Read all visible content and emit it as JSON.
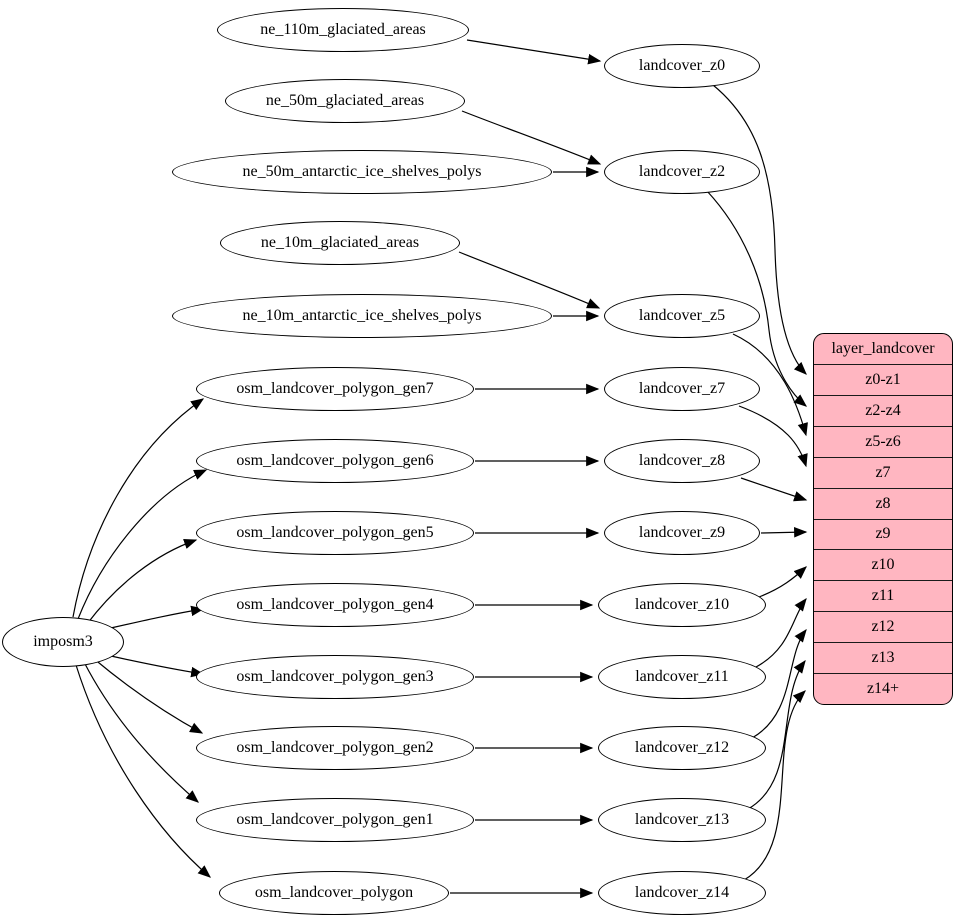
{
  "graph": {
    "importer": {
      "label": "imposm3"
    },
    "sources": [
      {
        "label": "ne_110m_glaciated_areas"
      },
      {
        "label": "ne_50m_glaciated_areas"
      },
      {
        "label": "ne_50m_antarctic_ice_shelves_polys"
      },
      {
        "label": "ne_10m_glaciated_areas"
      },
      {
        "label": "ne_10m_antarctic_ice_shelves_polys"
      },
      {
        "label": "osm_landcover_polygon_gen7"
      },
      {
        "label": "osm_landcover_polygon_gen6"
      },
      {
        "label": "osm_landcover_polygon_gen5"
      },
      {
        "label": "osm_landcover_polygon_gen4"
      },
      {
        "label": "osm_landcover_polygon_gen3"
      },
      {
        "label": "osm_landcover_polygon_gen2"
      },
      {
        "label": "osm_landcover_polygon_gen1"
      },
      {
        "label": "osm_landcover_polygon"
      }
    ],
    "intermediate": [
      {
        "label": "landcover_z0"
      },
      {
        "label": "landcover_z2"
      },
      {
        "label": "landcover_z5"
      },
      {
        "label": "landcover_z7"
      },
      {
        "label": "landcover_z8"
      },
      {
        "label": "landcover_z9"
      },
      {
        "label": "landcover_z10"
      },
      {
        "label": "landcover_z11"
      },
      {
        "label": "landcover_z12"
      },
      {
        "label": "landcover_z13"
      },
      {
        "label": "landcover_z14"
      }
    ],
    "layer_table": {
      "header": "layer_landcover",
      "rows": [
        "z0-z1",
        "z2-z4",
        "z5-z6",
        "z7",
        "z8",
        "z9",
        "z10",
        "z11",
        "z12",
        "z13",
        "z14+"
      ]
    },
    "edges": [
      {
        "from": "imposm3",
        "to": "osm_landcover_polygon_gen7"
      },
      {
        "from": "imposm3",
        "to": "osm_landcover_polygon_gen6"
      },
      {
        "from": "imposm3",
        "to": "osm_landcover_polygon_gen5"
      },
      {
        "from": "imposm3",
        "to": "osm_landcover_polygon_gen4"
      },
      {
        "from": "imposm3",
        "to": "osm_landcover_polygon_gen3"
      },
      {
        "from": "imposm3",
        "to": "osm_landcover_polygon_gen2"
      },
      {
        "from": "imposm3",
        "to": "osm_landcover_polygon_gen1"
      },
      {
        "from": "imposm3",
        "to": "osm_landcover_polygon"
      },
      {
        "from": "ne_110m_glaciated_areas",
        "to": "landcover_z0"
      },
      {
        "from": "ne_50m_glaciated_areas",
        "to": "landcover_z2"
      },
      {
        "from": "ne_50m_antarctic_ice_shelves_polys",
        "to": "landcover_z2"
      },
      {
        "from": "ne_10m_glaciated_areas",
        "to": "landcover_z5"
      },
      {
        "from": "ne_10m_antarctic_ice_shelves_polys",
        "to": "landcover_z5"
      },
      {
        "from": "osm_landcover_polygon_gen7",
        "to": "landcover_z7"
      },
      {
        "from": "osm_landcover_polygon_gen6",
        "to": "landcover_z8"
      },
      {
        "from": "osm_landcover_polygon_gen5",
        "to": "landcover_z9"
      },
      {
        "from": "osm_landcover_polygon_gen4",
        "to": "landcover_z10"
      },
      {
        "from": "osm_landcover_polygon_gen3",
        "to": "landcover_z11"
      },
      {
        "from": "osm_landcover_polygon_gen2",
        "to": "landcover_z12"
      },
      {
        "from": "osm_landcover_polygon_gen1",
        "to": "landcover_z13"
      },
      {
        "from": "osm_landcover_polygon",
        "to": "landcover_z14"
      },
      {
        "from": "landcover_z0",
        "to": "z0-z1"
      },
      {
        "from": "landcover_z2",
        "to": "z2-z4"
      },
      {
        "from": "landcover_z5",
        "to": "z5-z6"
      },
      {
        "from": "landcover_z7",
        "to": "z7"
      },
      {
        "from": "landcover_z8",
        "to": "z8"
      },
      {
        "from": "landcover_z9",
        "to": "z9"
      },
      {
        "from": "landcover_z10",
        "to": "z10"
      },
      {
        "from": "landcover_z11",
        "to": "z11"
      },
      {
        "from": "landcover_z12",
        "to": "z12"
      },
      {
        "from": "landcover_z13",
        "to": "z13"
      },
      {
        "from": "landcover_z14",
        "to": "z14+"
      }
    ],
    "colors": {
      "table_fill": "#ffb6c1",
      "node_fill": "#ffffff",
      "edge": "#000000"
    }
  }
}
